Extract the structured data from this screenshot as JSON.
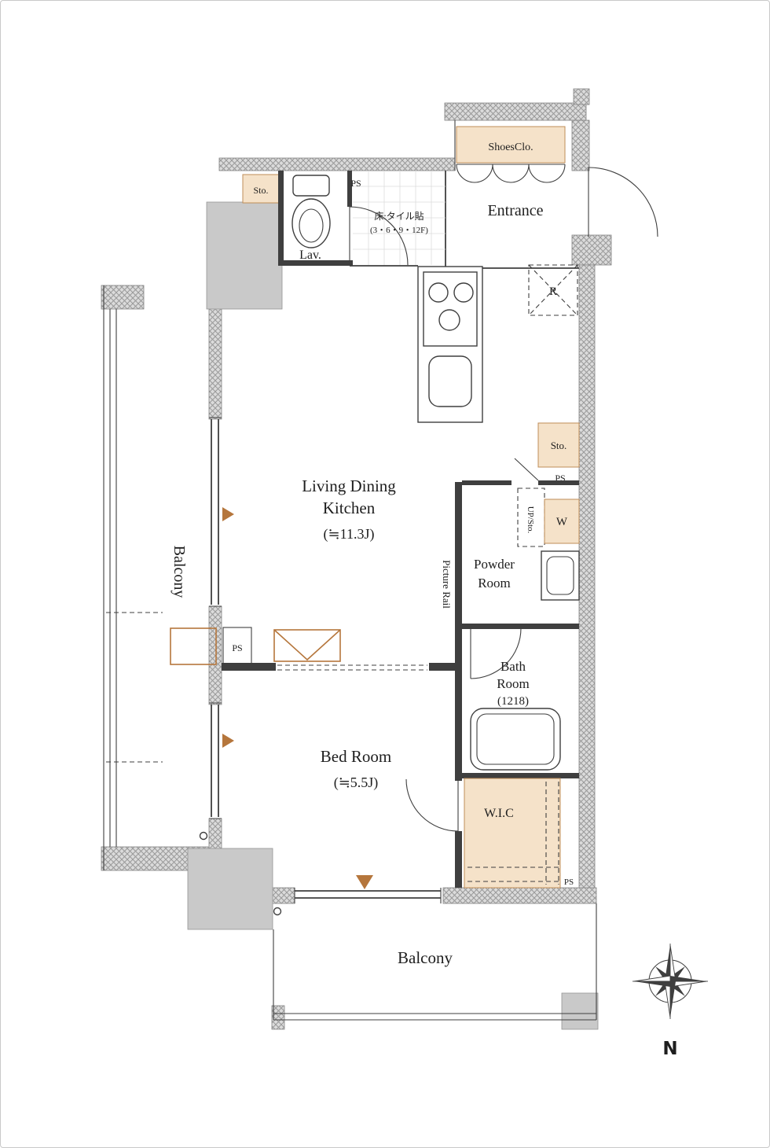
{
  "document": {
    "type": "apartment-floor-plan"
  },
  "colors": {
    "wall_hatch": "#999999",
    "wall_fill": "#dbdbdb",
    "pillar": "#c9c9c9",
    "closet_beige": "#f5e2c9",
    "closet_border": "#bf8d58",
    "line": "#3f3f3f",
    "accent_brown": "#b5763c",
    "text": "#1e1e1e"
  },
  "labels": {
    "entrance": "Entrance",
    "shoes_closet": "ShoesClo.",
    "lavatory": "Lav.",
    "storage": "Sto.",
    "pipe_space": "PS",
    "tile_note_line1": "床:タイル貼",
    "tile_note_line2": "(3・6・9・12F)",
    "refrigerator": "R",
    "living_dining_line1": "Living Dining",
    "living_dining_line2": "Kitchen",
    "living_dining_size": "(≒11.3J)",
    "balcony_left": "Balcony",
    "balcony_bottom": "Balcony",
    "picture_rail": "Picture Rail",
    "powder_room_line1": "Powder",
    "powder_room_line2": "Room",
    "washer": "W",
    "upper_storage": "UP/Sto.",
    "bath_line1": "Bath",
    "bath_line2": "Room",
    "bath_size": "(1218)",
    "bedroom": "Bed Room",
    "bedroom_size": "(≒5.5J)",
    "wic": "W.I.C",
    "compass_north": "N"
  }
}
